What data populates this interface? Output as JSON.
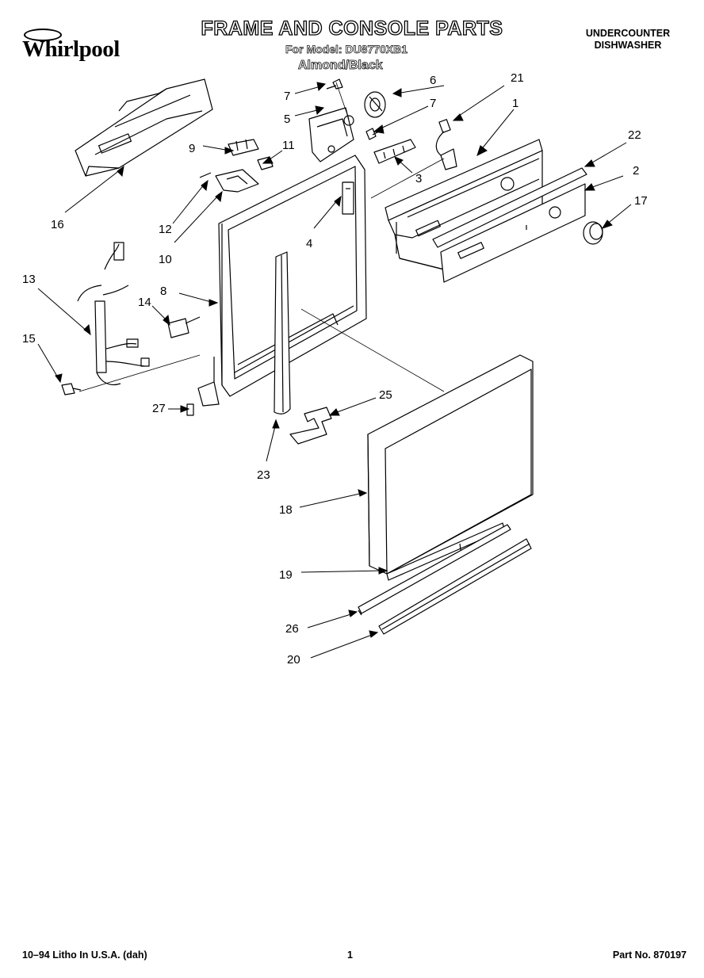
{
  "brand": {
    "logo_text": "Whirlpool"
  },
  "header": {
    "title": "FRAME AND CONSOLE PARTS",
    "model_line": "For Model: DU8770XB1",
    "variant": "Almond/Black",
    "product_type": [
      "UNDERCOUNTER",
      "DISHWASHER"
    ]
  },
  "callouts": {
    "c1": "1",
    "c2": "2",
    "c3": "3",
    "c4": "4",
    "c5": "5",
    "c6": "6",
    "c7a": "7",
    "c7b": "7",
    "c8": "8",
    "c9": "9",
    "c10": "10",
    "c11": "11",
    "c12": "12",
    "c13": "13",
    "c14": "14",
    "c15": "15",
    "c16": "16",
    "c17": "17",
    "c18": "18",
    "c19": "19",
    "c20": "20",
    "c21": "21",
    "c22": "22",
    "c23": "23",
    "c25": "25",
    "c26": "26",
    "c27": "27"
  },
  "footer": {
    "print_info": "10–94 Litho In U.S.A. (dah)",
    "page": "1",
    "part_number": "Part No. 870197"
  }
}
